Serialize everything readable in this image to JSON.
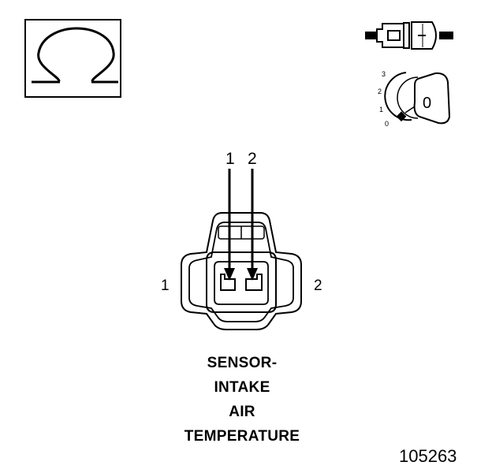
{
  "ohmmeter_symbol": "Ω",
  "switch_positions": [
    "3",
    "2",
    "1",
    "0"
  ],
  "key_label": "0",
  "connector": {
    "pin_labels_top": [
      "1",
      "2"
    ],
    "side_label_left": "1",
    "side_label_right": "2"
  },
  "caption": [
    "SENSOR-",
    "INTAKE",
    "AIR",
    "TEMPERATURE"
  ],
  "figure_number": "105263"
}
